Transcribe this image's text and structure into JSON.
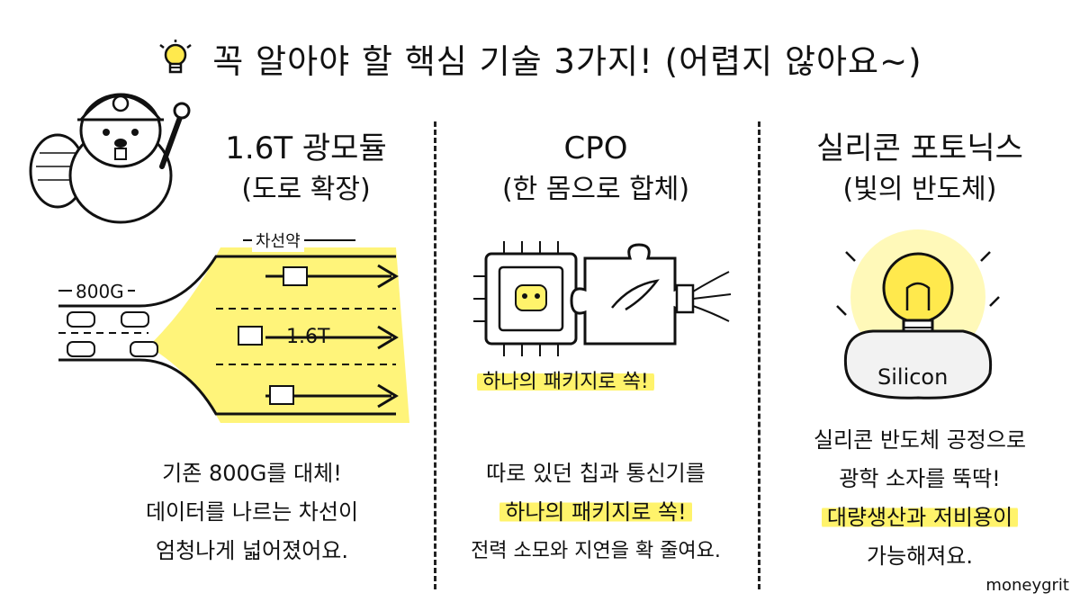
{
  "title": "꼭 알아야 할 핵심 기술 3가지! (어렵지 않아요~)",
  "columns": [
    {
      "title": "1.6T 광모듈",
      "subtitle": "(도로 확장)",
      "labels": {
        "arrow_top": "차선약",
        "arrow_left": "800G",
        "center": "1.6T"
      },
      "body": [
        "기존 800G를 대체!",
        "데이터를 나르는 차선이",
        "엄청나게 넓어졌어요."
      ]
    },
    {
      "title": "CPO",
      "subtitle": "(한 몸으로 합체)",
      "labels": {
        "highlight": "하나의 패키지로 쏙!"
      },
      "body_line1": "따로 있던 칩과 통신기를",
      "body_line2": "하나의 패키지로 쏙!",
      "body_line3": "전력 소모와 지연을 확 줄여요."
    },
    {
      "title": "실리콘 포토닉스",
      "subtitle": "(빛의 반도체)",
      "labels": {
        "rock": "Silicon"
      },
      "body_line1": "실리콘 반도체 공정으로",
      "body_line2": "광학 소자를 뚝딱!",
      "body_line3": "대량생산과 저비용이",
      "body_line4": "가능해져요."
    }
  ],
  "footer": "moneygrit",
  "colors": {
    "highlight": "#fff36b",
    "ink": "#111111",
    "bulb": "#ffe94d"
  }
}
